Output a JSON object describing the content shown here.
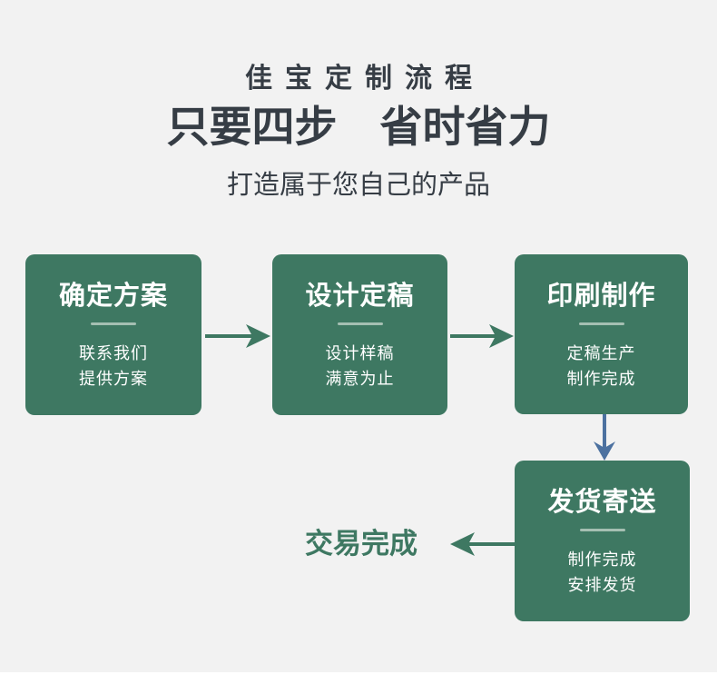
{
  "meta": {
    "background": "#f2f2f2",
    "footer_background": "#ffffff"
  },
  "colors": {
    "box_green": "#3e7862",
    "arrow_green": "#3e7862",
    "arrow_blue": "#4c71a0",
    "divider_light_green": "#a5bfb2",
    "heading_text": "#363d45",
    "card_text": "#ffffff",
    "done_text": "#3e7862"
  },
  "header": {
    "kicker": "佳宝定制流程",
    "title": "只要四步　省时省力",
    "subtitle": "打造属于您自己的产品"
  },
  "steps": [
    {
      "title": "确定方案",
      "lines": [
        "联系我们",
        "提供方案"
      ]
    },
    {
      "title": "设计定稿",
      "lines": [
        "设计样稿",
        "满意为止"
      ]
    },
    {
      "title": "印刷制作",
      "lines": [
        "定稿生产",
        "制作完成"
      ]
    },
    {
      "title": "发货寄送",
      "lines": [
        "制作完成",
        "安排发货"
      ]
    }
  ],
  "done_label": "交易完成"
}
